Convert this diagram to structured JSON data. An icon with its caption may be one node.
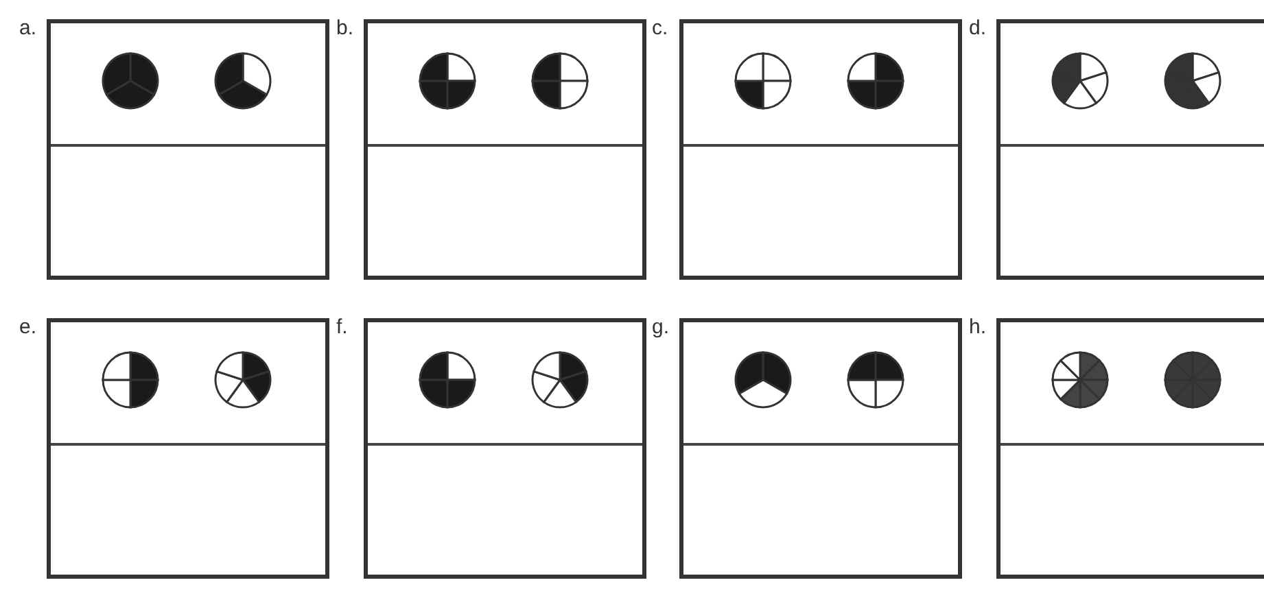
{
  "diagram": {
    "labels": [
      "a.",
      "b.",
      "c.",
      "d.",
      "e.",
      "f.",
      "g.",
      "h."
    ]
  }
}
